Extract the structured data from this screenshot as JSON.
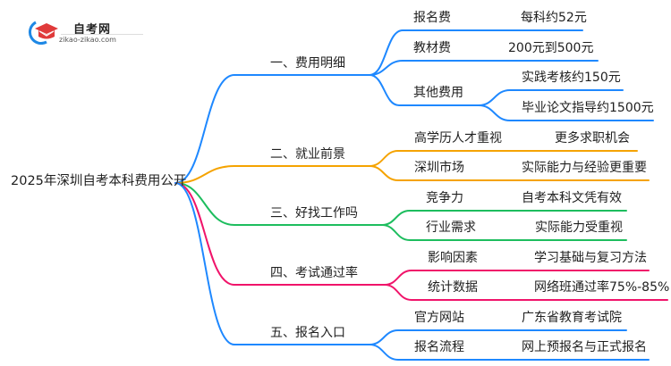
{
  "logo": {
    "title": "自考网",
    "url": "zikao-zikao.com",
    "icon": "graduation-cap-icon",
    "colors": {
      "cap": "#e03a3a",
      "swoosh": "#1e88e5"
    }
  },
  "root": {
    "label": "2025年深圳自考本科费用公开"
  },
  "branches": [
    {
      "label": "一、费用明细",
      "color": "#1e88ff",
      "children": [
        {
          "label": "报名费",
          "detail": "每科约52元"
        },
        {
          "label": "教材费",
          "detail": "200元到500元"
        },
        {
          "label": "其他费用",
          "children": [
            {
              "label": "实践考核约150元"
            },
            {
              "label": "毕业论文指导约1500元"
            }
          ]
        }
      ]
    },
    {
      "label": "二、就业前景",
      "color": "#f5a300",
      "children": [
        {
          "label": "高学历人才重视",
          "detail": "更多求职机会"
        },
        {
          "label": "深圳市场",
          "detail": "实际能力与经验更重要"
        }
      ]
    },
    {
      "label": "三、好找工作吗",
      "color": "#1dbd5e",
      "children": [
        {
          "label": "竞争力",
          "detail": "自考本科文凭有效"
        },
        {
          "label": "行业需求",
          "detail": "实际能力受重视"
        }
      ]
    },
    {
      "label": "四、考试通过率",
      "color": "#f0146a",
      "children": [
        {
          "label": "影响因素",
          "detail": "学习基础与复习方法"
        },
        {
          "label": "统计数据",
          "detail": "网络班通过率75%-85%"
        }
      ]
    },
    {
      "label": "五、报名入口",
      "color": "#1e88ff",
      "children": [
        {
          "label": "官方网站",
          "detail": "广东省教育考试院"
        },
        {
          "label": "报名流程",
          "detail": "网上预报名与正式报名"
        }
      ]
    }
  ]
}
